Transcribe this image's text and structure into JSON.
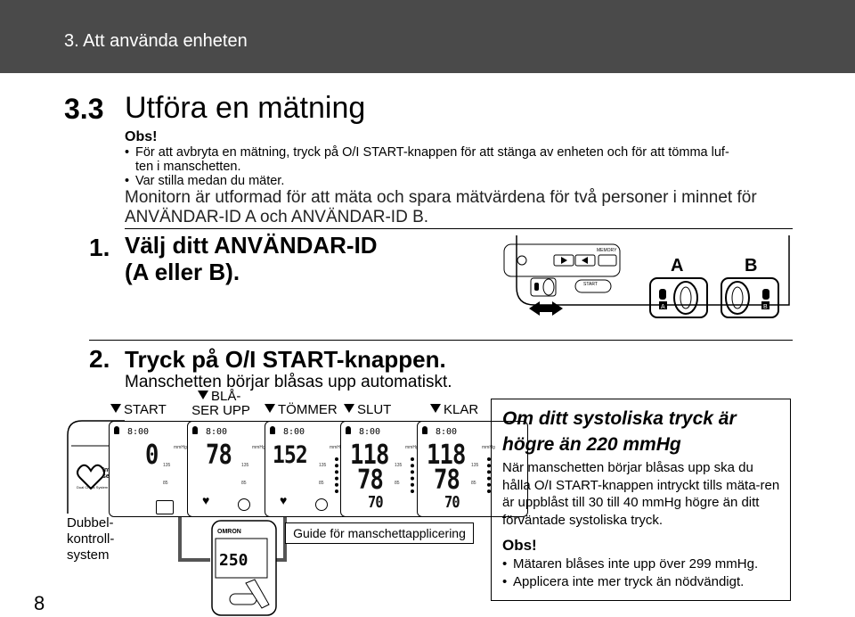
{
  "header": {
    "chapter": "3. Att använda enheten"
  },
  "section": {
    "number": "3.3",
    "title": "Utföra en mätning"
  },
  "note": {
    "heading": "Obs!",
    "bullets": [
      "För att avbryta en mätning, tryck på O/I START-knappen för att stänga av enheten och för att tömma luf-",
      "ten i manschetten.",
      "Var stilla medan du mäter."
    ]
  },
  "intro": "Monitorn är utformad för att mäta och spara mätvärdena för två personer i minnet för ANVÄNDAR-ID A och ANVÄNDAR-ID B.",
  "step1": {
    "number": "1.",
    "text_line1": "Välj ditt ANVÄNDAR-ID",
    "text_line2": "(A eller B).",
    "device_labels": {
      "memory": "MEMORY",
      "start": "START",
      "user_a": "A",
      "user_b": "B",
      "badge_a": "A",
      "badge_b": "B"
    }
  },
  "step2": {
    "number": "2.",
    "text": "Tryck på O/I START-knappen.",
    "subtext": "Manschetten börjar blåsas upp automatiskt."
  },
  "phases": {
    "start": "START",
    "inflate_line1": "BLÅ-",
    "inflate_line2": "SER UPP",
    "deflate": "TÖMMER",
    "end": "SLUT",
    "done": "KLAR"
  },
  "screens": [
    {
      "time": "8:00",
      "top": "0",
      "mid": "",
      "bottom": ""
    },
    {
      "time": "8:00",
      "top": "78",
      "mid": "",
      "bottom": ""
    },
    {
      "time": "8:00",
      "top": "152",
      "mid": "",
      "bottom": ""
    },
    {
      "time": "8:00",
      "top": "118",
      "mid": "78",
      "bottom": "70"
    },
    {
      "time": "8:00",
      "top": "118",
      "mid": "78",
      "bottom": "70"
    }
  ],
  "screen_labels": {
    "unit": "mmHg",
    "tick_high": "135",
    "tick_low": "85"
  },
  "device_left": {
    "brand_line1": "Intelli",
    "brand_line2": "sense",
    "dual_check": "Dual Check System"
  },
  "device_bottom": {
    "brand": "OMRON",
    "reading": "250"
  },
  "dubbel": {
    "line1": "Dubbel-",
    "line2": "kontroll-",
    "line3": "system"
  },
  "guide": "Guide för manschettapplicering",
  "page_number": "8",
  "box": {
    "title_line1": "Om ditt systoliska tryck är",
    "title_line2": "högre än 220 mmHg",
    "body": "När manschetten börjar blåsas upp ska du hålla O/I START-knappen intryckt tills mäta-ren är uppblåst till 30 till 40 mmHg högre än ditt förväntade systoliska tryck.",
    "obs": "Obs!",
    "bullets": [
      "Mätaren blåses inte upp över 299 mmHg.",
      "Applicera inte mer tryck än nödvändigt."
    ]
  }
}
